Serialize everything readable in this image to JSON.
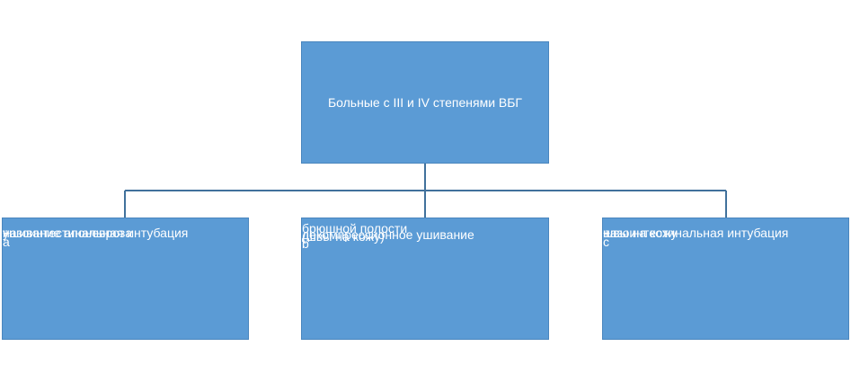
{
  "root": {
    "label": "Больные с III и IV степенями ВБГ"
  },
  "children": [
    {
      "letter": "a",
      "line1": "назоинтестинальная интубация",
      "plus": "+",
      "line2": "ушивание апоневроза"
    },
    {
      "letter": "b",
      "line1": "декомпрессионное ушивание",
      "line2": "брюшной полости",
      "line3": "(швы на кожу)"
    },
    {
      "letter": "c",
      "line1": "назоинтестинальная интубация",
      "plus": "+",
      "line2": "швы на кожу"
    }
  ],
  "colors": {
    "box_fill": "#5b9bd5",
    "connector": "#41719c",
    "text": "#ffffff"
  }
}
